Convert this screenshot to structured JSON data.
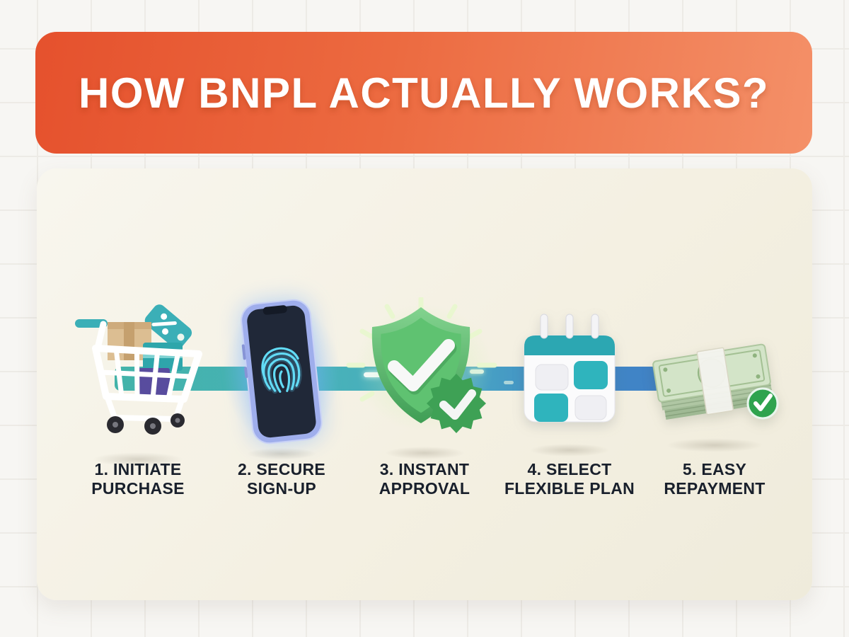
{
  "header": {
    "title": "HOW BNPL ACTUALLY WORKS?"
  },
  "steps": [
    {
      "number": "1",
      "line1": "1. INITIATE",
      "line2": "PURCHASE",
      "icon": "shopping-cart-icon"
    },
    {
      "number": "2",
      "line1": "2. SECURE",
      "line2": "SIGN-UP",
      "icon": "fingerprint-phone-icon"
    },
    {
      "number": "3",
      "line1": "3. INSTANT",
      "line2": "APPROVAL",
      "icon": "shield-check-icon"
    },
    {
      "number": "4",
      "line1": "4. SELECT",
      "line2": "FLEXIBLE PLAN",
      "icon": "calendar-icon"
    },
    {
      "number": "5",
      "line1": "5. EASY",
      "line2": "REPAYMENT",
      "icon": "cash-stack-icon"
    }
  ],
  "colors": {
    "banner_gradient_start": "#E5512D",
    "banner_gradient_end": "#F49068",
    "title_text": "#FFFFFF",
    "label_text": "#19202C",
    "connector_teal": "#43B3A9",
    "connector_blue": "#3F7CC4",
    "panel_background": "#F4F0E2",
    "page_background": "#F7F6F3",
    "accent_teal": "#2FA8B0",
    "accent_green": "#3EA155",
    "fingerprint_cyan": "#62DBF5"
  }
}
